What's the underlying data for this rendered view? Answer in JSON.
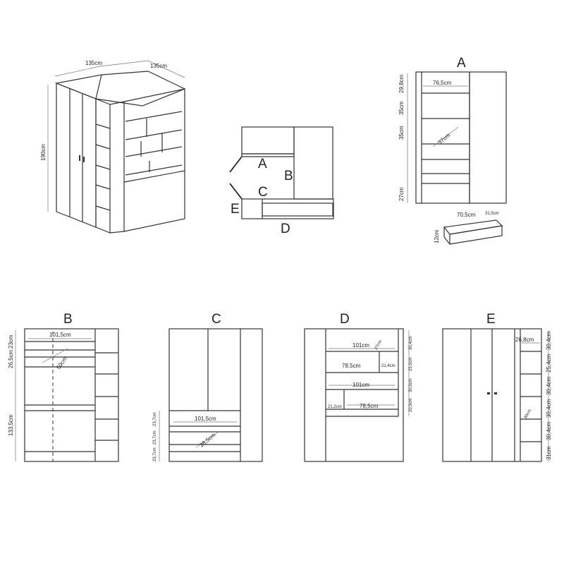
{
  "diagram": {
    "overview_labels": {
      "width": "135cm",
      "depth": "135cm",
      "height": "190cm"
    },
    "plan_labels": [
      "A",
      "B",
      "C",
      "D",
      "E"
    ],
    "panel_a": {
      "title": "A",
      "shelf_width": "76,5cm",
      "heights": [
        "29,8cm",
        "35cm",
        "35cm",
        "27cm"
      ],
      "diagonal": "37cm",
      "drawer_width": "70,5cm",
      "drawer_depth": "31,5cm",
      "drawer_height": "12cm"
    },
    "panel_b": {
      "title": "B",
      "width": "101,5cm",
      "heights": [
        "23cm",
        "26,5cm",
        "133,5cm"
      ],
      "depth": "50cm"
    },
    "panel_c": {
      "title": "C",
      "width": "101,5cm",
      "depth": "28,5cm",
      "heights": [
        "23,7cm",
        "23,7cm",
        "23,7cm"
      ]
    },
    "panel_d": {
      "title": "D",
      "widths": [
        "101cm",
        "78,5cm",
        "101cm",
        "78,5cm"
      ],
      "small": [
        "27cm",
        "21,4cm",
        "21,2cm"
      ],
      "heights": [
        "30,4cm",
        "25,5cm",
        "30,5cm",
        "20,5cm"
      ]
    },
    "panel_e": {
      "title": "E",
      "shelf_width": "26,8cm",
      "heights": [
        "30,4cm",
        "25,4cm",
        "30,4cm",
        "30,4cm",
        "30,4cm",
        "31cm"
      ],
      "depth": "30cm"
    }
  }
}
